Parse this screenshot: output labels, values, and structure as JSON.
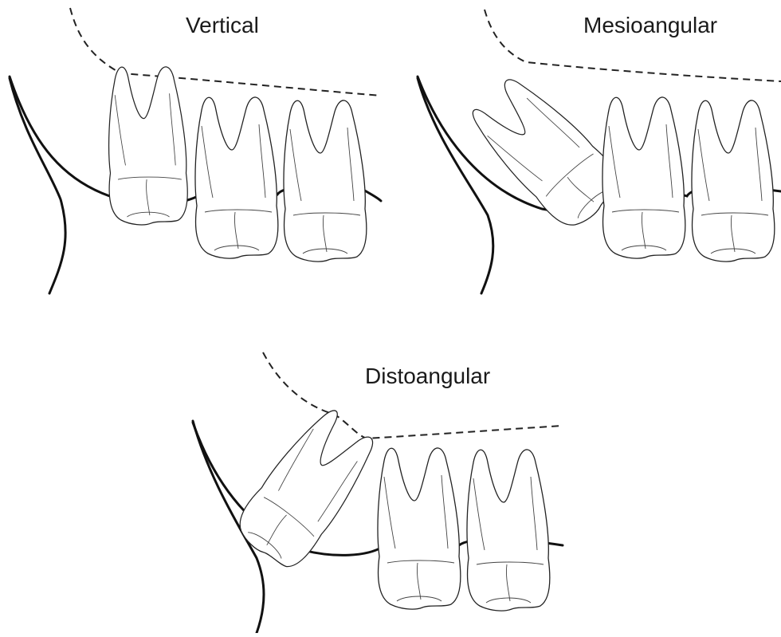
{
  "panels": {
    "vertical": {
      "label": "Vertical"
    },
    "mesioangular": {
      "label": "Mesioangular"
    },
    "distoangular": {
      "label": "Distoangular"
    }
  }
}
